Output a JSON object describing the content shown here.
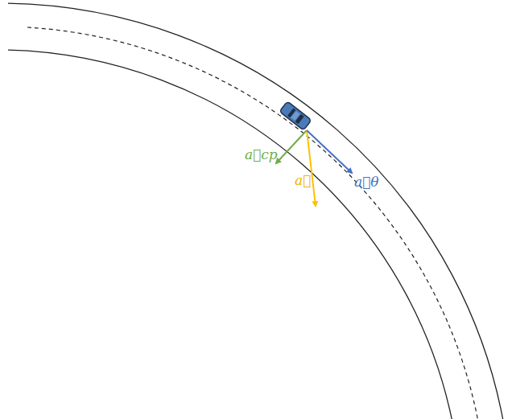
{
  "diagram": {
    "labels": [
      "a⃗cp",
      "a⃗",
      "a⃗θ"
    ]
  }
}
